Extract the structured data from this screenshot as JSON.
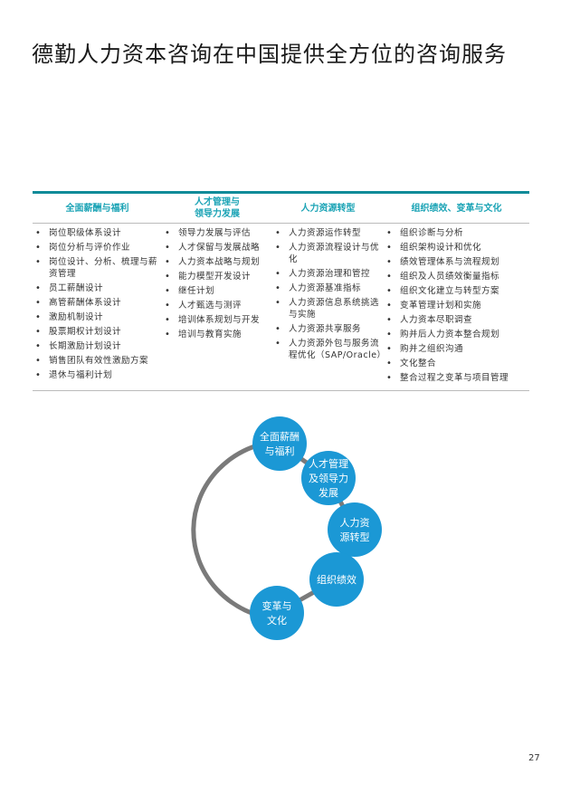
{
  "title": "德勤人力资本咨询在中国提供全方位的咨询服务",
  "table": {
    "headers": [
      "全面薪酬与福利",
      "人才管理与\n领导力发展",
      "人力资源转型",
      "组织绩效、变革与文化"
    ],
    "columns": [
      [
        "岗位职级体系设计",
        "岗位分析与评价作业",
        "岗位设计、分析、梳理与薪资管理",
        "员工薪酬设计",
        "高管薪酬体系设计",
        "激励机制设计",
        "股票期权计划设计",
        "长期激励计划设计",
        "销售团队有效性激励方案",
        "退休与福利计划"
      ],
      [
        "领导力发展与评估",
        "人才保留与发展战略",
        "人力资本战略与规划",
        "能力模型开发设计",
        "继任计划",
        "人才甄选与测评",
        "培训体系规划与开发",
        "培训与教育实施"
      ],
      [
        "人力资源运作转型",
        "人力资源流程设计与优化",
        "人力资源治理和管控",
        "人力资源基准指标",
        "人力资源信息系统挑选与实施",
        "人力资源共享服务",
        "人力资源外包与服务流程优化（SAP/Oracle）"
      ],
      [
        "组织诊断与分析",
        "组织架构设计和优化",
        "绩效管理体系与流程规划",
        "组织及人员绩效衡量指标",
        "组织文化建立与转型方案",
        "变革管理计划和实施",
        "人力资本尽职调查",
        "购并后人力资本整合规划",
        "购并之组织沟通",
        "文化整合",
        "整合过程之变革与项目管理"
      ]
    ],
    "bullet": "•"
  },
  "diagram": {
    "nodes": [
      {
        "lines": [
          "全面薪酬",
          "与福利"
        ]
      },
      {
        "lines": [
          "人才管理",
          "及领导力",
          "发展"
        ]
      },
      {
        "lines": [
          "人力资",
          "源转型"
        ]
      },
      {
        "lines": [
          "组织绩效"
        ]
      },
      {
        "lines": [
          "变革与",
          "文化"
        ]
      }
    ],
    "colors": {
      "node": "#1b98d5",
      "arc": "#7a7a7a",
      "node_text": "#ffffff"
    }
  },
  "page_number": "27",
  "colors": {
    "accent_bar": "#0f8b99",
    "header_text": "#1aa3b5"
  }
}
